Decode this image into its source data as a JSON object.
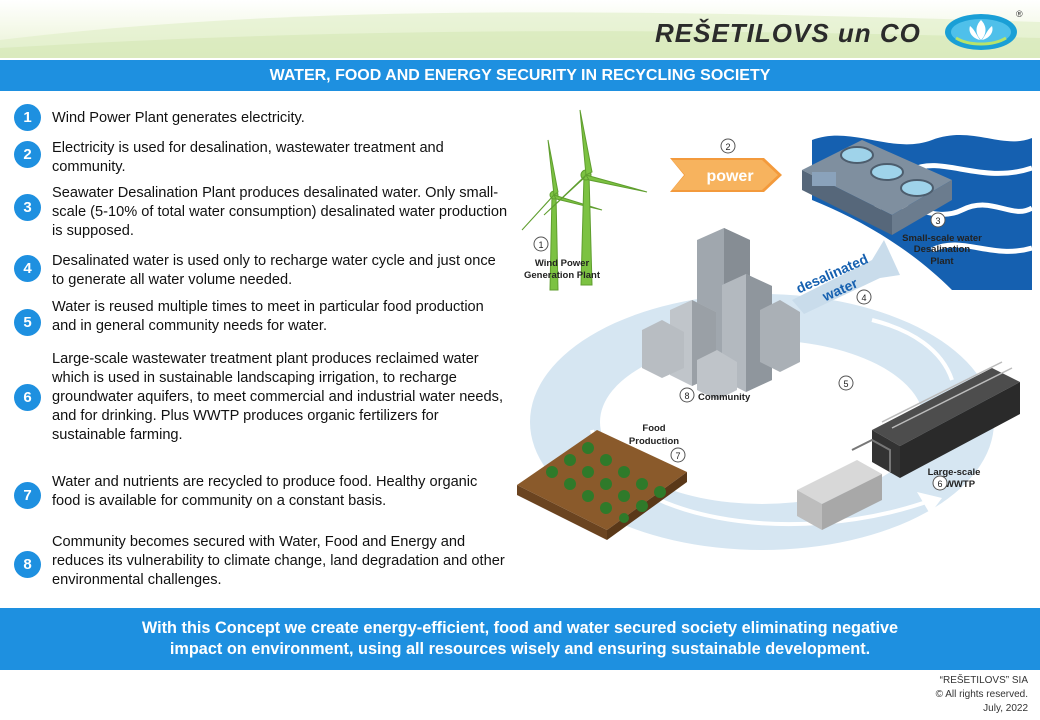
{
  "header": {
    "brand": "REŠETILOVS un CO",
    "reg_mark": "®"
  },
  "title": "WATER, FOOD AND ENERGY SECURITY IN RECYCLING SOCIETY",
  "items": [
    {
      "num": "1",
      "text": "Wind Power Plant generates electricity."
    },
    {
      "num": "2",
      "text": "Electricity is used for desalination, wastewater treatment and community."
    },
    {
      "num": "3",
      "text": "Seawater Desalination Plant produces desalinated water. Only small-scale (5-10% of total water consumption) desalinated water production is supposed."
    },
    {
      "num": "4",
      "text": "Desalinated water is used only to recharge water cycle and just once to generate all water volume needed."
    },
    {
      "num": "5",
      "text": "Water is reused multiple times to meet in particular food production and in general community needs for water."
    },
    {
      "num": "6",
      "text": "Large-scale wastewater treatment plant produces reclaimed water which is used in sustainable landscaping irrigation, to recharge groundwater aquifers, to meet commercial and industrial water needs, and for drinking. Plus WWTP produces organic fertilizers for sustainable farming."
    },
    {
      "num": "7",
      "text": "Water and nutrients are recycled to produce food. Healthy organic food is available for community on a constant basis."
    },
    {
      "num": "8",
      "text": "Community becomes secured with Water, Food and Energy and reduces its vulnerability to climate change, land degradation and other environmental challenges."
    }
  ],
  "diagram": {
    "power_label": "power",
    "power_num": "2",
    "wind_num": "1",
    "wind_label_1": "Wind Power",
    "wind_label_2": "Generation Plant",
    "desal_num": "3",
    "desal_label_1": "Small-scale water",
    "desal_label_2": "Desalination",
    "desal_label_3": "Plant",
    "desalinated_1": "desalinated",
    "desalinated_2": "water",
    "desalinated_num": "4",
    "cycle_num": "5",
    "community_num": "8",
    "community_label": "Community",
    "food_label_1": "Food",
    "food_label_2": "Production",
    "food_num": "7",
    "wwtp_label_1": "Large-scale",
    "wwtp_label_2": "WWTP",
    "wwtp_num": "6"
  },
  "footer": {
    "line1": "With this Concept we create energy-efficient, food and water secured society eliminating negative",
    "line2": "impact on environment, using all resources wisely and ensuring sustainable development."
  },
  "copyright": {
    "line1": "“REŠETILOVS” SIA",
    "line2": "© All rights reserved.",
    "line3": "July, 2022"
  },
  "colors": {
    "accent_blue": "#1e90e0",
    "wind_green": "#7cc242",
    "power_orange": "#f39a3c"
  }
}
